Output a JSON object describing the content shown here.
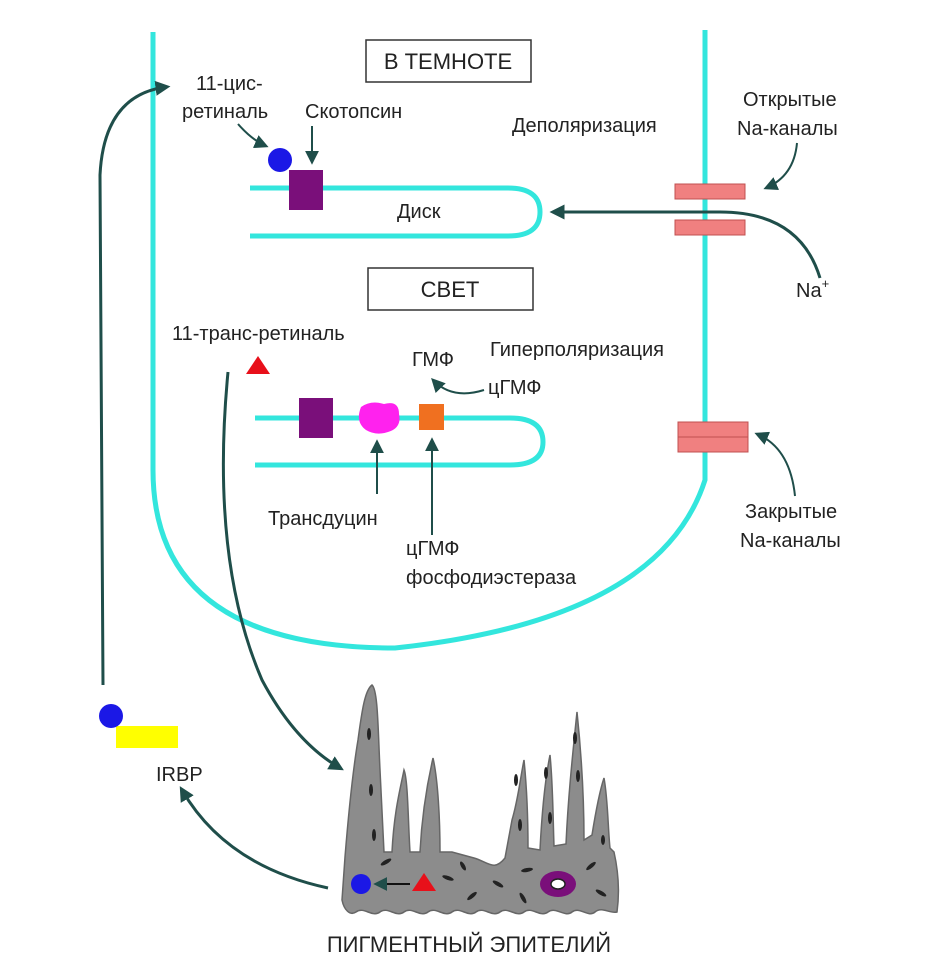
{
  "labels": {
    "dark_box": "В ТЕМНОТЕ",
    "light_box": "СВЕТ",
    "cis_retinal_line1": "11-цис-",
    "cis_retinal_line2": "ретиналь",
    "scotopsin": "Скотопсин",
    "disk": "Диск",
    "depolarization": "Деполяризация",
    "open_channels_line1": "Открытые",
    "open_channels_line2": "Na-каналы",
    "sodium": "Na",
    "sodium_sup": "+",
    "trans_retinal": "11-транс-ретиналь",
    "hyperpolarization": "Гиперполяризация",
    "gmp": "ГМФ",
    "cgmp": "цГМФ",
    "transducin": "Трансдуцин",
    "pde_line1": "цГМФ",
    "pde_line2": "фосфодиэстераза",
    "closed_channels_line1": "Закрытые",
    "closed_channels_line2": "Na-каналы",
    "irbp": "IRBP",
    "pigment_epithelium": "ПИГМЕНТНЫЙ ЭПИТЕЛИЙ"
  },
  "colors": {
    "membrane": "#33e6dd",
    "arrow": "#1f4e4a",
    "retinal_cis": "#1b18e6",
    "retinal_trans": "#e8101a",
    "opsin": "#7a0f7a",
    "transducin": "#ff22ee",
    "pde": "#f07020",
    "channel": "#f08080",
    "irbp": "#ffff00",
    "epithelium": "#8c8c8c"
  }
}
